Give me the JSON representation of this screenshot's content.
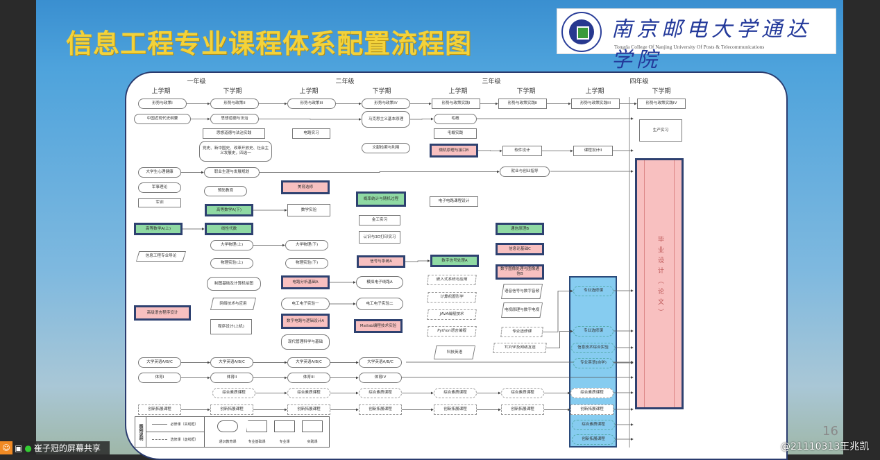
{
  "title": "信息工程专业课程体系配置流程图",
  "logo": {
    "cn": "南京邮电大学通达学院",
    "en": "Tongda College Of Nanjing University Of Posts & Telecommunications"
  },
  "grades": [
    "一年级",
    "二年级",
    "三年级",
    "四年级"
  ],
  "semesters": [
    "上学期",
    "下学期",
    "上学期",
    "下学期",
    "上学期",
    "下学期",
    "上学期",
    "下学期"
  ],
  "colors": {
    "pink": "#f8c0c0",
    "green": "#8fd9a3",
    "blue": "#86ccf0",
    "title": "#f3d23a"
  },
  "nodes": [
    {
      "label": "形势与政策I",
      "shape": "round"
    },
    {
      "label": "形势与政策II",
      "shape": "round"
    },
    {
      "label": "形势与政策III",
      "shape": "round"
    },
    {
      "label": "形势与政策IV",
      "shape": "round"
    },
    {
      "label": "形势与政策实践I",
      "shape": "rect"
    },
    {
      "label": "形势与政策实践II",
      "shape": "rect"
    },
    {
      "label": "形势与政策实践III",
      "shape": "rect"
    },
    {
      "label": "形势与政策实践IV",
      "shape": "rect"
    },
    {
      "label": "中国近现代史纲要",
      "shape": "round"
    },
    {
      "label": "思想道德与法治",
      "shape": "round"
    },
    {
      "label": "马克思主义基本原理",
      "shape": "round"
    },
    {
      "label": "毛概",
      "shape": "round"
    },
    {
      "label": "思想道德与法治实践",
      "shape": "rect"
    },
    {
      "label": "电路实习",
      "shape": "rect"
    },
    {
      "label": "毛概实践",
      "shape": "rect"
    },
    {
      "label": "生产实习",
      "shape": "rect"
    },
    {
      "label": "党史、新中国史、改革开放史、社会主义发展史，四选一",
      "shape": "round"
    },
    {
      "label": "文献检索与利用",
      "shape": "round"
    },
    {
      "label": "微机原理与接口B",
      "shape": "pink"
    },
    {
      "label": "软件设计",
      "shape": "rect"
    },
    {
      "label": "课程设计II",
      "shape": "rect"
    },
    {
      "label": "大学生心理健康",
      "shape": "round"
    },
    {
      "label": "职业生涯与发展规划",
      "shape": "round"
    },
    {
      "label": "就业与创业指导",
      "shape": "round"
    },
    {
      "label": "军事理论",
      "shape": "round"
    },
    {
      "label": "预防教育",
      "shape": "round"
    },
    {
      "label": "美育选修",
      "shape": "pink"
    },
    {
      "label": "概率统计与随机过程",
      "shape": "green"
    },
    {
      "label": "军训",
      "shape": "rect"
    },
    {
      "label": "高等数学A(下)",
      "shape": "green"
    },
    {
      "label": "数学实验",
      "shape": "rect"
    },
    {
      "label": "电子电路课程设计",
      "shape": "rect"
    },
    {
      "label": "高等数学A(上)",
      "shape": "green"
    },
    {
      "label": "线性代数",
      "shape": "green"
    },
    {
      "label": "金工实习",
      "shape": "rect"
    },
    {
      "label": "认识与3D打印实习",
      "shape": "rect"
    },
    {
      "label": "通信原理B",
      "shape": "green"
    },
    {
      "label": "大学物理(上)",
      "shape": "round"
    },
    {
      "label": "大学物理(下)",
      "shape": "round"
    },
    {
      "label": "信息论基础C",
      "shape": "pink"
    },
    {
      "label": "信息工程专业导论",
      "shape": "trap"
    },
    {
      "label": "物理实验(上)",
      "shape": "round"
    },
    {
      "label": "物理实验(下)",
      "shape": "round"
    },
    {
      "label": "信号与系统A",
      "shape": "pink"
    },
    {
      "label": "数字信号处理A",
      "shape": "green"
    },
    {
      "label": "数字图像处理与图像通信B",
      "shape": "pink"
    },
    {
      "label": "嵌入式系统与应用",
      "shape": "par"
    },
    {
      "label": "语音信号与数字音频",
      "shape": "trap"
    },
    {
      "label": "制图基础及计算机绘图",
      "shape": "round"
    },
    {
      "label": "电路分析基础A",
      "shape": "pink"
    },
    {
      "label": "模拟电子线路A",
      "shape": "round"
    },
    {
      "label": "计算机图形学",
      "shape": "par"
    },
    {
      "label": "电视原理与数字电视",
      "shape": "trap"
    },
    {
      "label": "网络技术与应用",
      "shape": "trap"
    },
    {
      "label": "高级语言程序设计",
      "shape": "pink"
    },
    {
      "label": "电工电子实验一",
      "shape": "round"
    },
    {
      "label": "电工电子实验二",
      "shape": "round"
    },
    {
      "label": "JAVA编程技术",
      "shape": "par"
    },
    {
      "label": "程序设计(上机)",
      "shape": "rect"
    },
    {
      "label": "数字电路与逻辑设计A",
      "shape": "pink"
    },
    {
      "label": "Matlab编程技术实验",
      "shape": "pink"
    },
    {
      "label": "Python语言编程",
      "shape": "par"
    },
    {
      "label": "专业选修课",
      "shape": "par"
    },
    {
      "label": "现代管理科学与基础",
      "shape": "round"
    },
    {
      "label": "科技英语",
      "shape": "trap"
    },
    {
      "label": "TCP/IP及网络互连",
      "shape": "par"
    },
    {
      "label": "大学英语A/B/C",
      "shape": "round"
    },
    {
      "label": "大学英语A/B/C",
      "shape": "round"
    },
    {
      "label": "大学英语A/B/C",
      "shape": "round"
    },
    {
      "label": "大学英语A/B/C",
      "shape": "round"
    },
    {
      "label": "体育I",
      "shape": "round"
    },
    {
      "label": "体育II",
      "shape": "round"
    },
    {
      "label": "体育III",
      "shape": "round"
    },
    {
      "label": "体育IV",
      "shape": "round"
    },
    {
      "label": "综合素质课程",
      "shape": "dashround"
    },
    {
      "label": "综合素质课程",
      "shape": "dashround"
    },
    {
      "label": "综合素质课程",
      "shape": "dashround"
    },
    {
      "label": "综合素质课程",
      "shape": "dashround"
    },
    {
      "label": "综合素质课程",
      "shape": "dashround"
    },
    {
      "label": "综合素质课程",
      "shape": "dashround"
    },
    {
      "label": "创新拓展课程",
      "shape": "dash"
    },
    {
      "label": "创新拓展课程",
      "shape": "dash"
    },
    {
      "label": "创新拓展课程",
      "shape": "dash"
    },
    {
      "label": "创新拓展课程",
      "shape": "dash"
    },
    {
      "label": "创新拓展课程",
      "shape": "dash"
    },
    {
      "label": "创新拓展课程",
      "shape": "dash"
    },
    {
      "label": "创新拓展课程",
      "shape": "dash"
    },
    {
      "label": "专业选修课",
      "shape": "blue"
    },
    {
      "label": "专业选修课",
      "shape": "blue"
    },
    {
      "label": "信息技术综合实验",
      "shape": "blue"
    },
    {
      "label": "专业英语(自学)",
      "shape": "blue"
    },
    {
      "label": "综合素质课程",
      "shape": "blue"
    },
    {
      "label": "创新拓展课程",
      "shape": "blue"
    }
  ],
  "graduation": "毕业设计（论文）",
  "legend": {
    "title": "图例说明",
    "required": "必修课（实线框）",
    "elective": "选修课（虚线框）",
    "shapes": [
      "通识教育课",
      "专业基础课",
      "专业课",
      "实践课"
    ]
  },
  "page_number": "16",
  "watermark": "@21110313王兆凯",
  "share_label": "崔子冠的屏幕共享"
}
